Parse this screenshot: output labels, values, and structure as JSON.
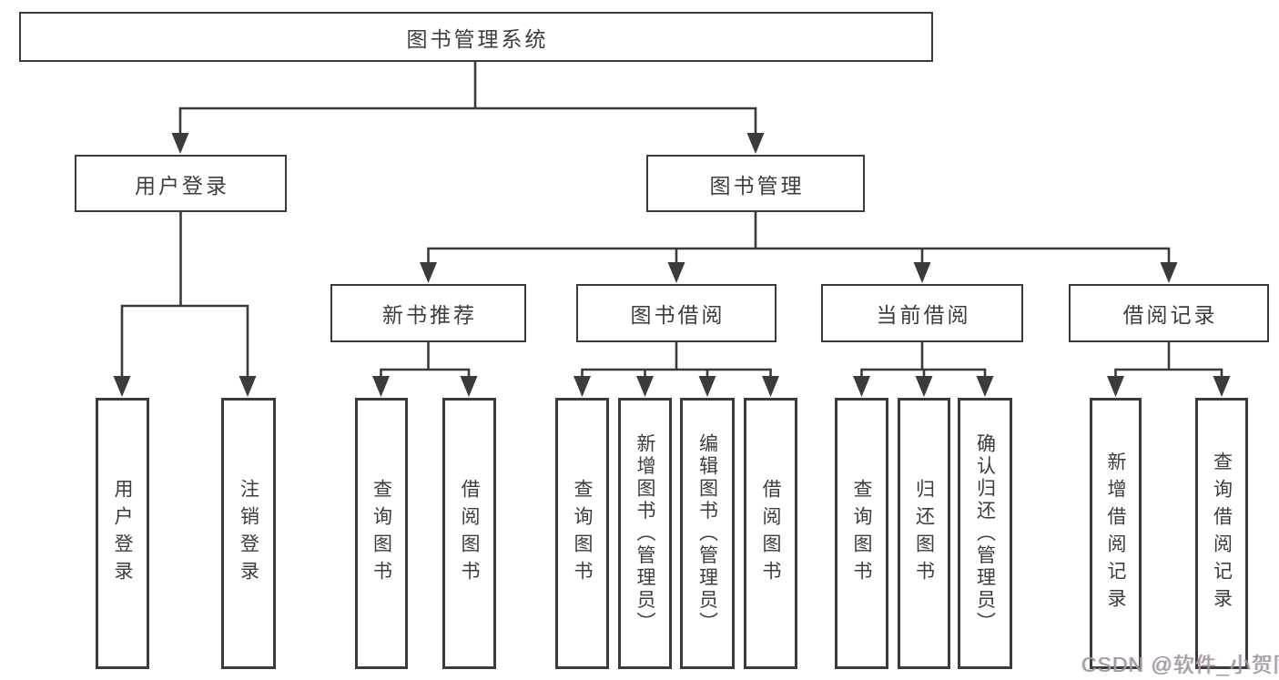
{
  "diagram": {
    "title": "图书管理系统",
    "root": {
      "label": "图书管理系统"
    },
    "branches": [
      {
        "label": "用户登录",
        "children": [
          {
            "label": "用户登录"
          },
          {
            "label": "注销登录"
          }
        ]
      },
      {
        "label": "图书管理",
        "children": [
          {
            "label": "新书推荐",
            "children": [
              {
                "label": "查询图书"
              },
              {
                "label": "借阅图书"
              }
            ]
          },
          {
            "label": "图书借阅",
            "children": [
              {
                "label": "查询图书"
              },
              {
                "label": "新增图书（管理员）"
              },
              {
                "label": "编辑图书（管理员）"
              },
              {
                "label": "借阅图书"
              }
            ]
          },
          {
            "label": "当前借阅",
            "children": [
              {
                "label": "查询图书"
              },
              {
                "label": "归还图书"
              },
              {
                "label": "确认归还（管理员）"
              }
            ]
          },
          {
            "label": "借阅记录",
            "children": [
              {
                "label": "新增借阅记录"
              },
              {
                "label": "查询借阅记录"
              }
            ]
          }
        ]
      }
    ]
  },
  "watermark": {
    "text": "CSDN @软件_小贺同学"
  },
  "colors": {
    "line": "#3b3b3b",
    "text": "#3d3d3d",
    "background": "#ffffff",
    "watermark": "#9b9b9b"
  }
}
